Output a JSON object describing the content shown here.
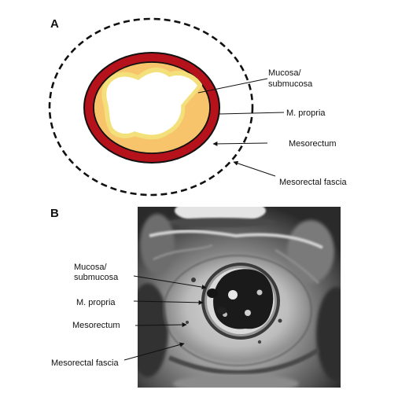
{
  "panel_a": {
    "letter": "A",
    "labels": {
      "mucosa_line1": "Mucosa/",
      "mucosa_line2": "submucosa",
      "propria": "M. propria",
      "mesorectum": "Mesorectum",
      "fascia": "Mesorectal fascia"
    }
  },
  "panel_b": {
    "letter": "B",
    "labels": {
      "mucosa_line1": "Mucosa/",
      "mucosa_line2": "submucosa",
      "propria": "M. propria",
      "mesorectum": "Mesorectum",
      "fascia": "Mesorectal fascia"
    }
  },
  "colors": {
    "propria_ring": "#b5121b",
    "submucosa": "#f7c46c",
    "mucosa_line": "#f4e07a",
    "lumen": "#ffffff",
    "outline": "#111111"
  }
}
